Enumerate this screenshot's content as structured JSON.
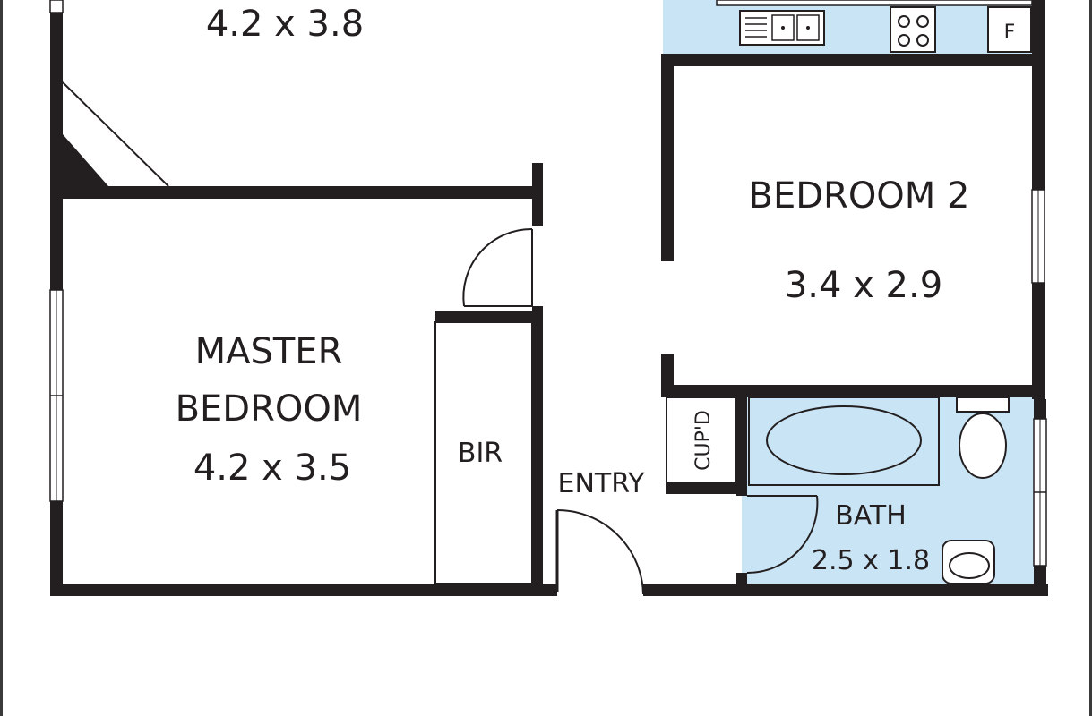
{
  "rooms": {
    "top_room": {
      "dims": "4.2 x 3.8"
    },
    "master_bedroom": {
      "name_line1": "MASTER",
      "name_line2": "BEDROOM",
      "dims": "4.2 x 3.5"
    },
    "bir": {
      "name": "BIR"
    },
    "entry": {
      "name": "ENTRY"
    },
    "bedroom2": {
      "name": "BEDROOM 2",
      "dims": "3.4 x 2.9"
    },
    "cupd": {
      "name": "CUP'D"
    },
    "bath": {
      "name": "BATH",
      "dims": "2.5 x 1.8"
    },
    "kitchen": {
      "fridge_label": "F"
    }
  },
  "colors": {
    "wall": "#231f20",
    "wet_area": "#c9e4f5",
    "background": "#ffffff"
  }
}
